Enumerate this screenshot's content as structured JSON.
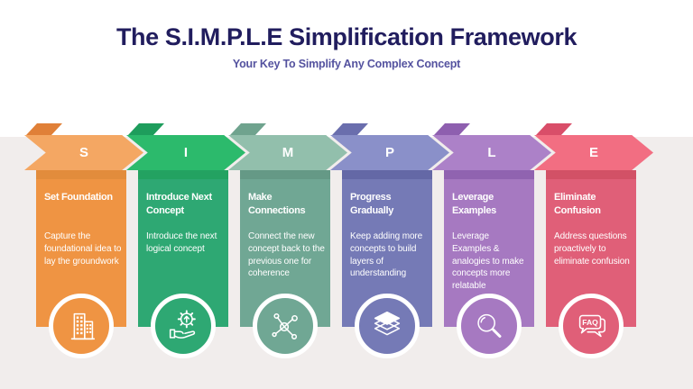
{
  "page": {
    "background_top": "#FFFFFF",
    "background_bottom": "#F1EDEC"
  },
  "header": {
    "title": "The S.I.M.P.L.E Simplification Framework",
    "title_color": "#211D5E",
    "subtitle": "Your Key To Simplify Any Complex Concept",
    "subtitle_color": "#54529F"
  },
  "steps": [
    {
      "letter": "S",
      "heading": "Set Foundation",
      "body": "Capture the foundational idea to lay the groundwork",
      "icon": "building-icon",
      "colors": {
        "arrow": "#F4A763",
        "fold": "#E08038",
        "dark": "#E28C3C",
        "main": "#EF9443"
      }
    },
    {
      "letter": "I",
      "heading": "Introduce Next Concept",
      "body": "Introduce the next logical concept",
      "icon": "idea-gear-hand-icon",
      "colors": {
        "arrow": "#2CBA6C",
        "fold": "#1E9D5C",
        "dark": "#23A261",
        "main": "#2EA873"
      }
    },
    {
      "letter": "M",
      "heading": "Make Connections",
      "body": "Connect the new concept back to the previous one for coherence",
      "icon": "network-icon",
      "colors": {
        "arrow": "#92BFAC",
        "fold": "#6FA38E",
        "dark": "#659986",
        "main": "#70A794"
      }
    },
    {
      "letter": "P",
      "heading": "Progress Gradually",
      "body": "Keep adding more concepts to build layers of understanding",
      "icon": "layers-icon",
      "colors": {
        "arrow": "#8A90C9",
        "fold": "#6A6EAD",
        "dark": "#6468A6",
        "main": "#757AB6"
      }
    },
    {
      "letter": "L",
      "heading": "Leverage Examples",
      "body": "Leverage Examples & analogies to make concepts more relatable",
      "icon": "magnifier-icon",
      "colors": {
        "arrow": "#AC81C8",
        "fold": "#8E5FAF",
        "dark": "#9063B0",
        "main": "#A679C1"
      }
    },
    {
      "letter": "E",
      "heading": "Eliminate Confusion",
      "body": "Address questions proactively to eliminate confusion",
      "icon": "faq-icon",
      "colors": {
        "arrow": "#F26E82",
        "fold": "#D94E69",
        "dark": "#D25166",
        "main": "#E05F78"
      }
    }
  ]
}
